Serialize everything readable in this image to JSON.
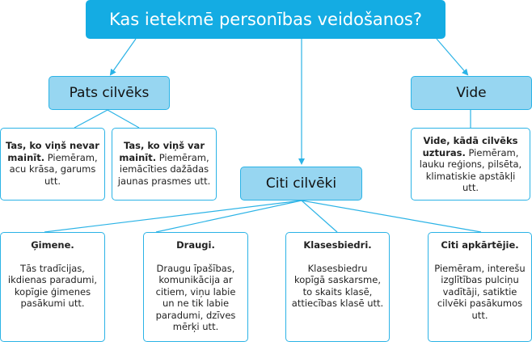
{
  "title": "Kas ietekmē personības veidošanos?",
  "categories": {
    "self": {
      "label": "Pats cilvēks",
      "items": [
        {
          "bold": "Tas, ko viņš nevar mainīt.",
          "text": " Piemēram, acu krāsa, garums utt."
        },
        {
          "bold": "Tas, ko viņš var mainīt.",
          "text": " Piemēram, iemācīties dažādas jaunas prasmes utt."
        }
      ]
    },
    "others": {
      "label": "Citi cilvēki",
      "items": [
        {
          "head": "Ģimene.",
          "text": "Tās tradīcijas, ikdienas paradumi, kopīgie ģimenes pasākumi utt."
        },
        {
          "head": "Draugi.",
          "text": "Draugu īpašības, komunikācija ar citiem, viņu labie un ne tik labie paradumi, dzīves mērķi utt."
        },
        {
          "head": "Klasesbiedri.",
          "text": "Klasesbiedru kopīgā saskarsme, to skaits klasē, attiecības klasē utt."
        },
        {
          "head": "Citi apkārtējie.",
          "text": "Piemēram, interešu izglītības pulciņu vadītāji, satiktie cilvēki pasākumos utt."
        }
      ]
    },
    "environment": {
      "label": "Vide",
      "items": [
        {
          "bold": "Vide, kādā cilvēks uzturas.",
          "text": " Piemēram, lauku reģions, pilsēta, klimatiskie apstākļi utt."
        }
      ]
    }
  },
  "colors": {
    "title_bg": "#14ace3",
    "category_bg": "#97d6f1",
    "border": "#2bb3e6",
    "connector": "#2bb3e6"
  }
}
